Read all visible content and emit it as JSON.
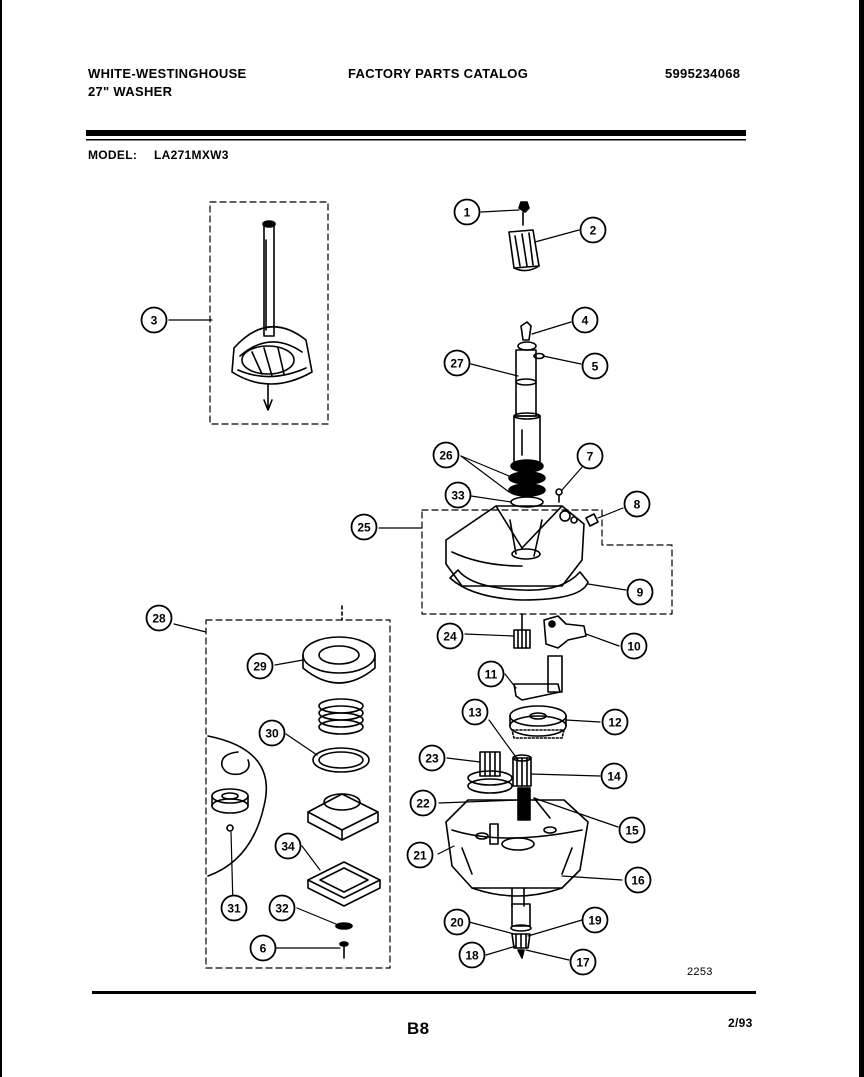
{
  "header": {
    "brand": "WHITE-WESTINGHOUSE",
    "product": "27\" WASHER",
    "catalog_title": "FACTORY PARTS CATALOG",
    "catalog_number": "5995234068",
    "model_label": "MODEL:",
    "model_number": "LA271MXW3"
  },
  "footer": {
    "diagram_number": "2253",
    "page_label": "B8",
    "date_code": "2/93"
  },
  "callouts": [
    {
      "id": "callout-1",
      "label": "1"
    },
    {
      "id": "callout-2",
      "label": "2"
    },
    {
      "id": "callout-3",
      "label": "3"
    },
    {
      "id": "callout-4",
      "label": "4"
    },
    {
      "id": "callout-5",
      "label": "5"
    },
    {
      "id": "callout-27",
      "label": "27"
    },
    {
      "id": "callout-26",
      "label": "26"
    },
    {
      "id": "callout-7",
      "label": "7"
    },
    {
      "id": "callout-33",
      "label": "33"
    },
    {
      "id": "callout-8",
      "label": "8"
    },
    {
      "id": "callout-25",
      "label": "25"
    },
    {
      "id": "callout-9",
      "label": "9"
    },
    {
      "id": "callout-28",
      "label": "28"
    },
    {
      "id": "callout-24",
      "label": "24"
    },
    {
      "id": "callout-10",
      "label": "10"
    },
    {
      "id": "callout-29",
      "label": "29"
    },
    {
      "id": "callout-11",
      "label": "11"
    },
    {
      "id": "callout-13",
      "label": "13"
    },
    {
      "id": "callout-12",
      "label": "12"
    },
    {
      "id": "callout-30",
      "label": "30"
    },
    {
      "id": "callout-23",
      "label": "23"
    },
    {
      "id": "callout-14",
      "label": "14"
    },
    {
      "id": "callout-22",
      "label": "22"
    },
    {
      "id": "callout-15",
      "label": "15"
    },
    {
      "id": "callout-21",
      "label": "21"
    },
    {
      "id": "callout-34",
      "label": "34"
    },
    {
      "id": "callout-16",
      "label": "16"
    },
    {
      "id": "callout-31",
      "label": "31"
    },
    {
      "id": "callout-32",
      "label": "32"
    },
    {
      "id": "callout-20",
      "label": "20"
    },
    {
      "id": "callout-19",
      "label": "19"
    },
    {
      "id": "callout-6",
      "label": "6"
    },
    {
      "id": "callout-18",
      "label": "18"
    },
    {
      "id": "callout-17",
      "label": "17"
    }
  ]
}
